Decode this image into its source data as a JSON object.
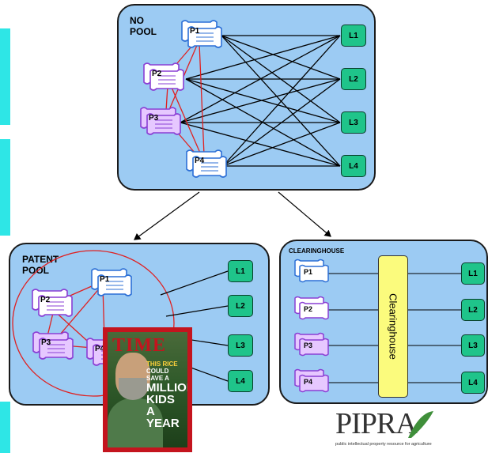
{
  "panels": {
    "no_pool": {
      "title": "NO\nPOOL"
    },
    "patent_pool": {
      "title": "PATENT\nPOOL"
    },
    "clearinghouse": {
      "title": "CLEARINGHOUSE",
      "box_label": "Clearinghouse"
    }
  },
  "patents": [
    "P1",
    "P2",
    "P3",
    "P4"
  ],
  "licensees": [
    "L1",
    "L2",
    "L3",
    "L4"
  ],
  "magazine": {
    "masthead": "TIME",
    "headline_lines": [
      "THIS RICE",
      "COULD SAVE A",
      "MILLION",
      "KIDS",
      "A YEAR"
    ]
  },
  "logo": {
    "word": "PIPRA",
    "subtitle": "public intellectual property resource for agriculture"
  },
  "colors": {
    "panel_fill": "#9ccbf3",
    "licensee_fill": "#1fc48a",
    "clearinghouse_fill": "#fbfb7d",
    "pool_circle": "#e02020",
    "side_bar": "#2ee6e6",
    "patent_blue": "#2c6fd6",
    "patent_purple": "#8a3fd4"
  }
}
